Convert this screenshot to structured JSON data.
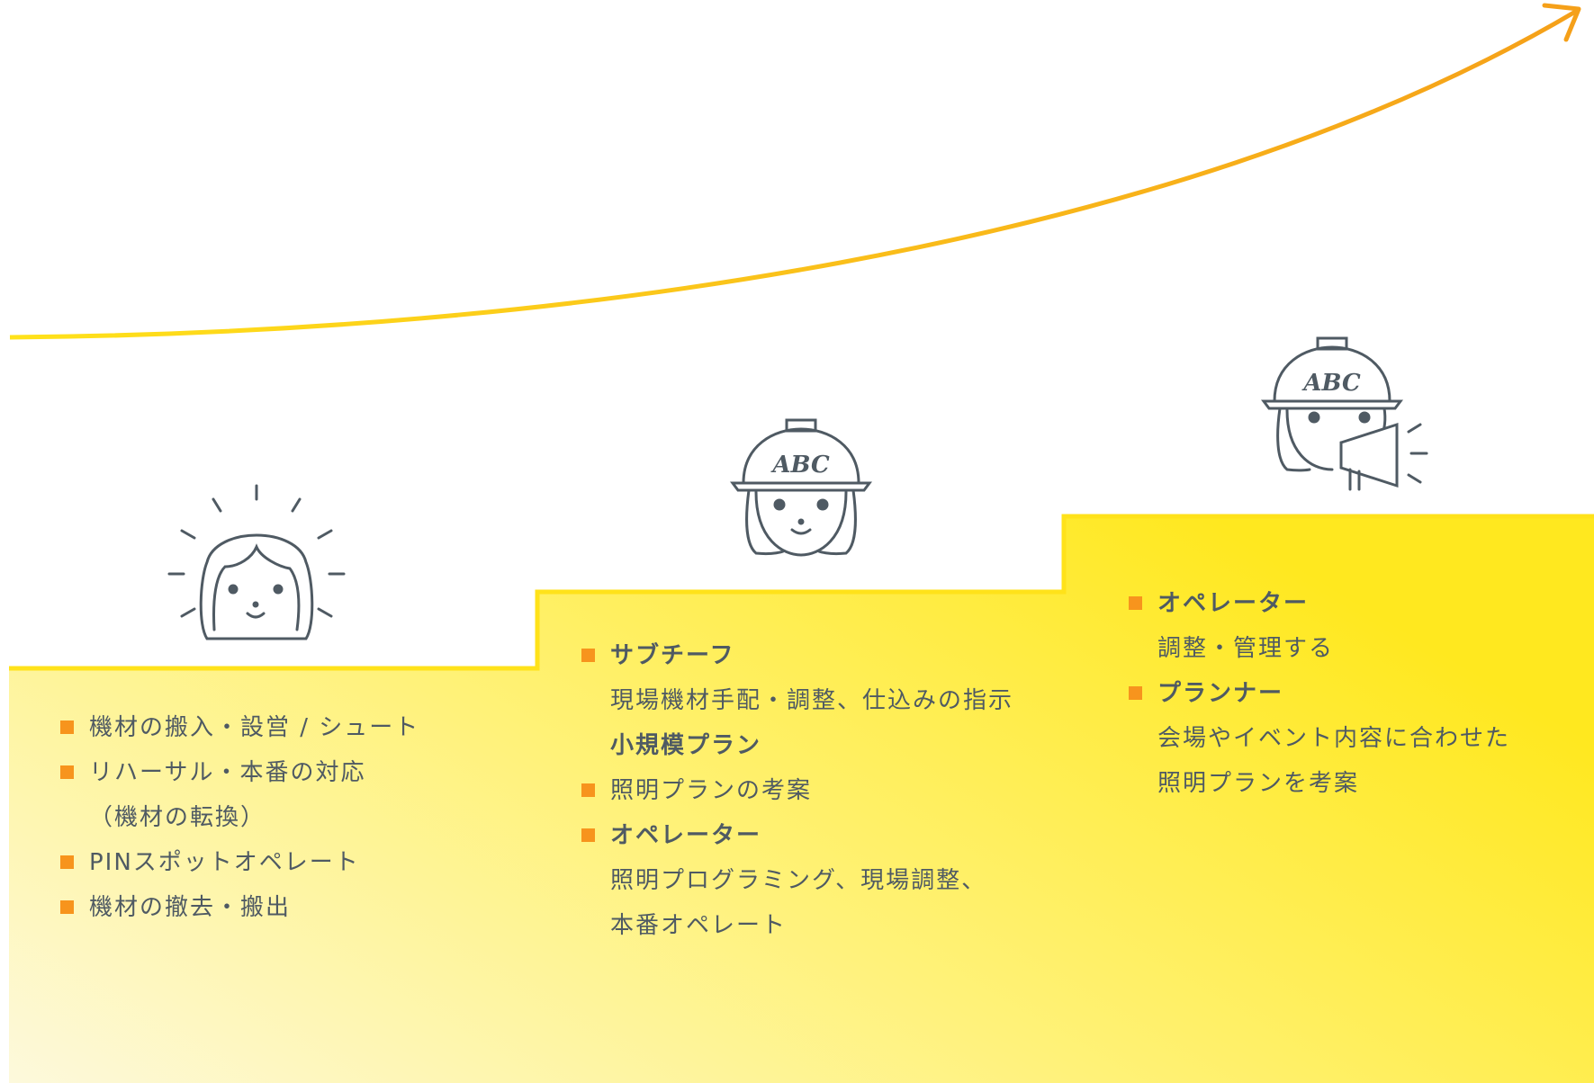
{
  "colors": {
    "accent": "#f7941d",
    "arrow_start": "#ffe21a",
    "arrow_end": "#f5a019",
    "step_fill_light": "#fdf9dc",
    "step_fill_dark": "#ffea2a",
    "text": "#4f5a63"
  },
  "steps": [
    {
      "icon": "face-idea-icon",
      "items": [
        {
          "text": "機材の搬入・設営 / シュート",
          "bullet": true,
          "bold": false
        },
        {
          "text": "リハーサル・本番の対応",
          "bullet": true,
          "bold": false
        },
        {
          "text": "（機材の転換）",
          "bullet": false,
          "bold": false
        },
        {
          "text": "PINスポットオペレート",
          "bullet": true,
          "bold": false
        },
        {
          "text": "機材の撤去・搬出",
          "bullet": true,
          "bold": false
        }
      ]
    },
    {
      "icon": "face-helmet-icon",
      "helmet_logo": "ABC",
      "items": [
        {
          "text": "サブチーフ",
          "bullet": true,
          "bold": true
        },
        {
          "text": "現場機材手配・調整、仕込みの指示",
          "bullet": false,
          "bold": false
        },
        {
          "text": "小規模プラン",
          "bullet": false,
          "bold": true
        },
        {
          "text": "照明プランの考案",
          "bullet": true,
          "bold": false
        },
        {
          "text": "オペレーター",
          "bullet": true,
          "bold": true
        },
        {
          "text": "照明プログラミング、現場調整、",
          "bullet": false,
          "bold": false
        },
        {
          "text": "本番オペレート",
          "bullet": false,
          "bold": false
        }
      ]
    },
    {
      "icon": "face-helmet-megaphone-icon",
      "helmet_logo": "ABC",
      "items": [
        {
          "text": "オペレーター",
          "bullet": true,
          "bold": true
        },
        {
          "text": "調整・管理する",
          "bullet": false,
          "bold": false
        },
        {
          "text": "プランナー",
          "bullet": true,
          "bold": true
        },
        {
          "text": "会場やイベント内容に合わせた",
          "bullet": false,
          "bold": false
        },
        {
          "text": "照明プランを考案",
          "bullet": false,
          "bold": false
        }
      ]
    }
  ]
}
